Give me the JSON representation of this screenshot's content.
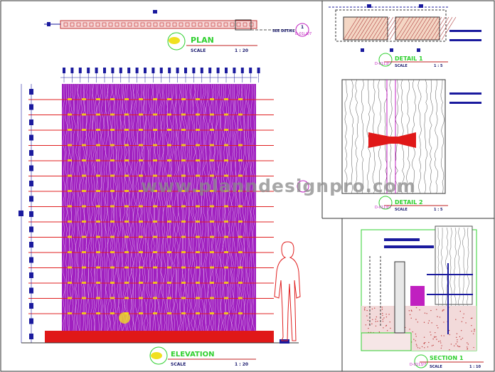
{
  "plan": {
    "title": "PLAN",
    "scale_label": "SCALE",
    "scale_value": "1 : 20",
    "callout": "SEE DETAIL",
    "callout_num": "1",
    "callout_sheet": "D-01LA/7"
  },
  "elevation": {
    "title": "ELEVATION",
    "scale_label": "SCALE",
    "scale_value": "1 : 20"
  },
  "detail1": {
    "title": "DETAIL 1",
    "scale_label": "SCALE",
    "scale_value": "1 : 5",
    "sheet_ref": "D-0113/7"
  },
  "detail2": {
    "title": "DETAIL 2",
    "scale_label": "SCALE",
    "scale_value": "1 : 5",
    "sheet_ref": "D-0113/7"
  },
  "section1": {
    "title": "SECTION 1",
    "scale_label": "SCALE",
    "scale_value": "1 : 10",
    "sheet_ref": "D-0113/7"
  },
  "watermark": "www.planndesignpro.com",
  "colors": {
    "wood": "#a020c0",
    "rail": "#e02020",
    "dimension": "#1a1a9e",
    "title": "#2fd02f",
    "hatch": "#c05050"
  }
}
